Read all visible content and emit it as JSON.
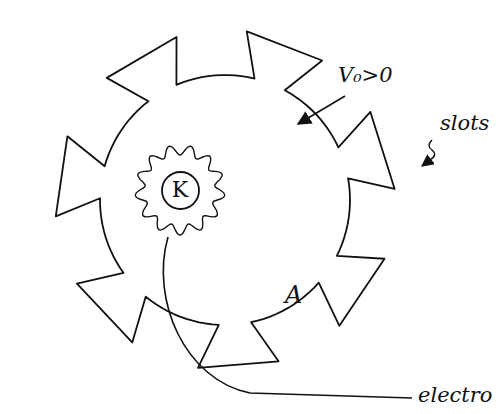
{
  "diagram": {
    "nodes": [
      {
        "text": [
          "A"
        ]
      },
      {
        "text": [
          "K"
        ],
        "in": 0
      }
    ],
    "labels": [
      "V₀>0",
      "slots",
      "electro"
    ]
  }
}
